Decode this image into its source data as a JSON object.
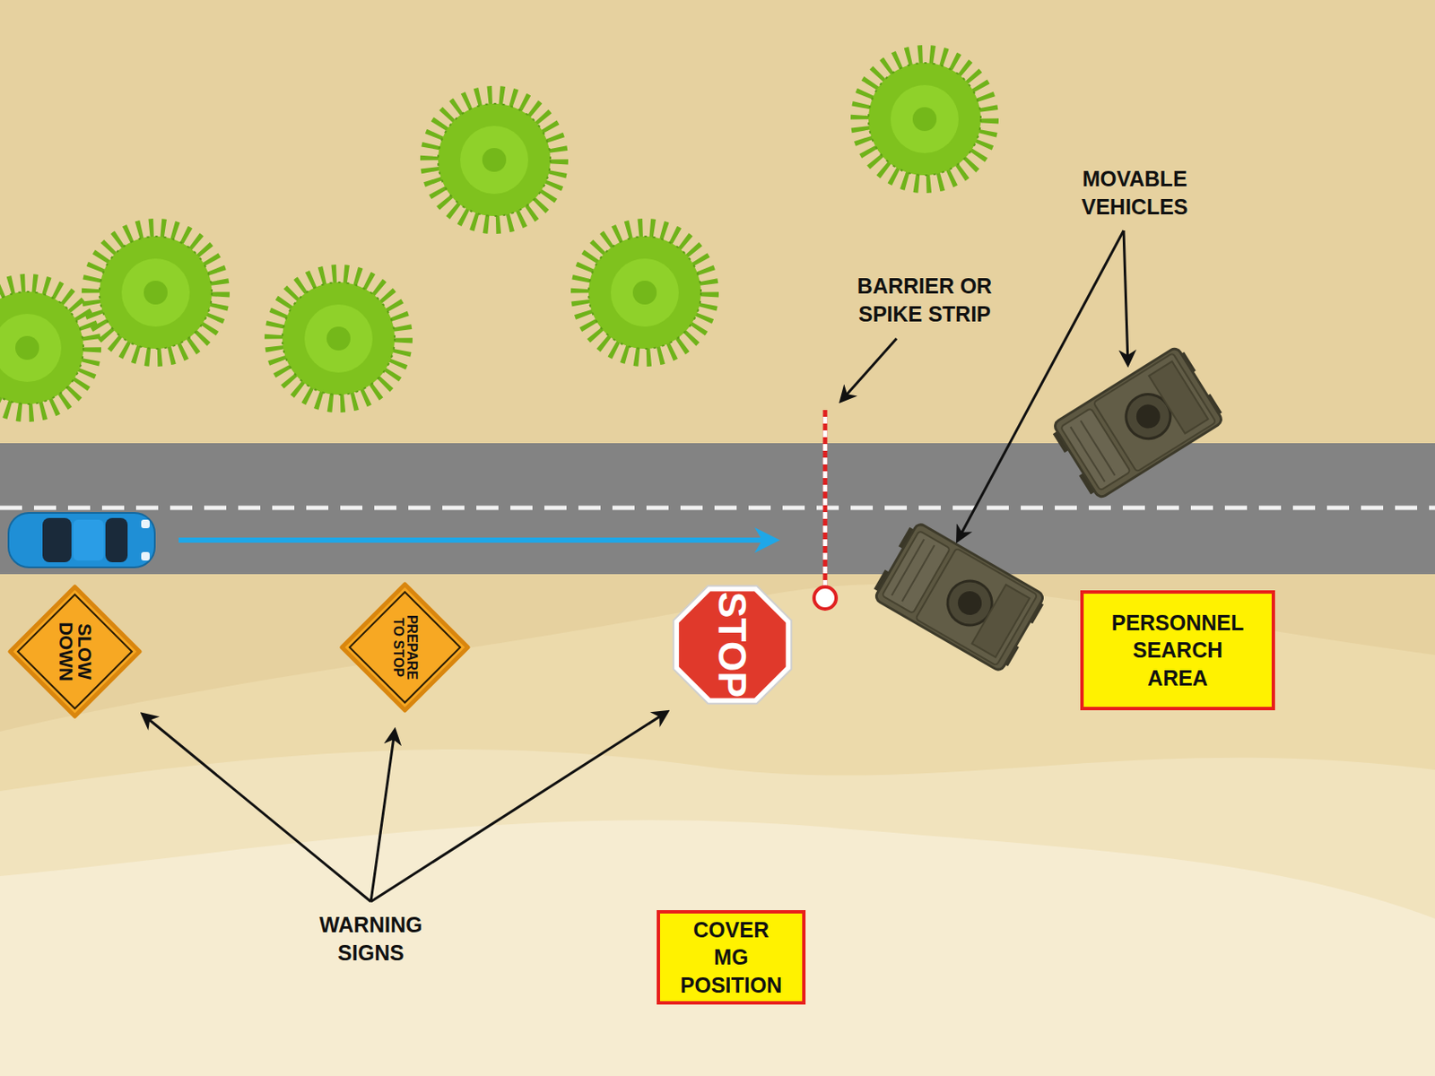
{
  "diagram": {
    "nodes": [
      {
        "text": [
          "SLOW DOWN"
        ]
      },
      {
        "text": [
          "PREPARE TO STOP"
        ]
      },
      {
        "text": [
          "STOP"
        ]
      },
      {
        "text": [
          "PERSONNEL SEARCH AREA"
        ]
      },
      {
        "text": [
          "COVER MG POSITION"
        ]
      }
    ],
    "labels": [
      "MOVABLE VEHICLES",
      "BARRIER OR SPIKE STRIP",
      "WARNING SIGNS"
    ]
  }
}
